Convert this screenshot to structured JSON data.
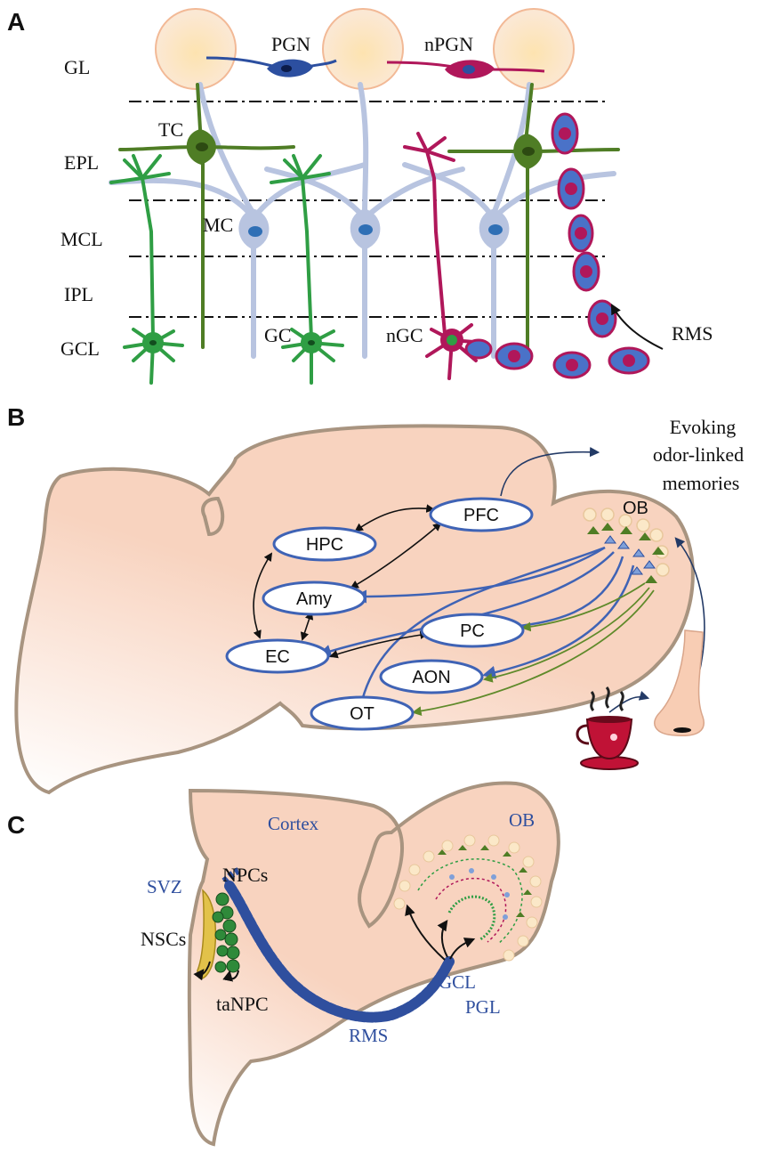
{
  "panels": {
    "a": {
      "letter": "A",
      "layers": [
        "GL",
        "EPL",
        "MCL",
        "IPL",
        "GCL"
      ],
      "cells": {
        "pgn": "PGN",
        "npgn": "nPGN",
        "tc": "TC",
        "mc": "MC",
        "gc": "GC",
        "ngc": "nGC",
        "rms": "RMS"
      }
    },
    "b": {
      "letter": "B",
      "output": [
        "Evoking",
        "odor-linked",
        "memories"
      ],
      "ob": "OB",
      "regions": {
        "pfc": "PFC",
        "hpc": "HPC",
        "amy": "Amy",
        "ec": "EC",
        "pc": "PC",
        "aon": "AON",
        "ot": "OT"
      }
    },
    "c": {
      "letter": "C",
      "cortex": "Cortex",
      "ob": "OB",
      "svz": "SVZ",
      "npcs": "NPCs",
      "nscs": "NSCs",
      "tanpc": "taNPC",
      "rms": "RMS",
      "gcl": "GCL",
      "pgl": "PGL"
    }
  },
  "colors": {
    "tissue": "#f8d3bf",
    "tissue_edge": "#a89480",
    "glomerulus": "#fbe2c0",
    "granule_green": "#2f9e44",
    "tufted_green": "#4f7d25",
    "mitral": "#b8c4e0",
    "mitral_nucleus": "#2f6fb5",
    "newborn_magenta": "#b0175a",
    "pgn_blue": "#2c4fa0",
    "chain_blue": "#4a72c8",
    "region_stroke": "#3f63b5",
    "arrow_navy": "#233a66",
    "olive_arrow": "#5f8a2a"
  }
}
